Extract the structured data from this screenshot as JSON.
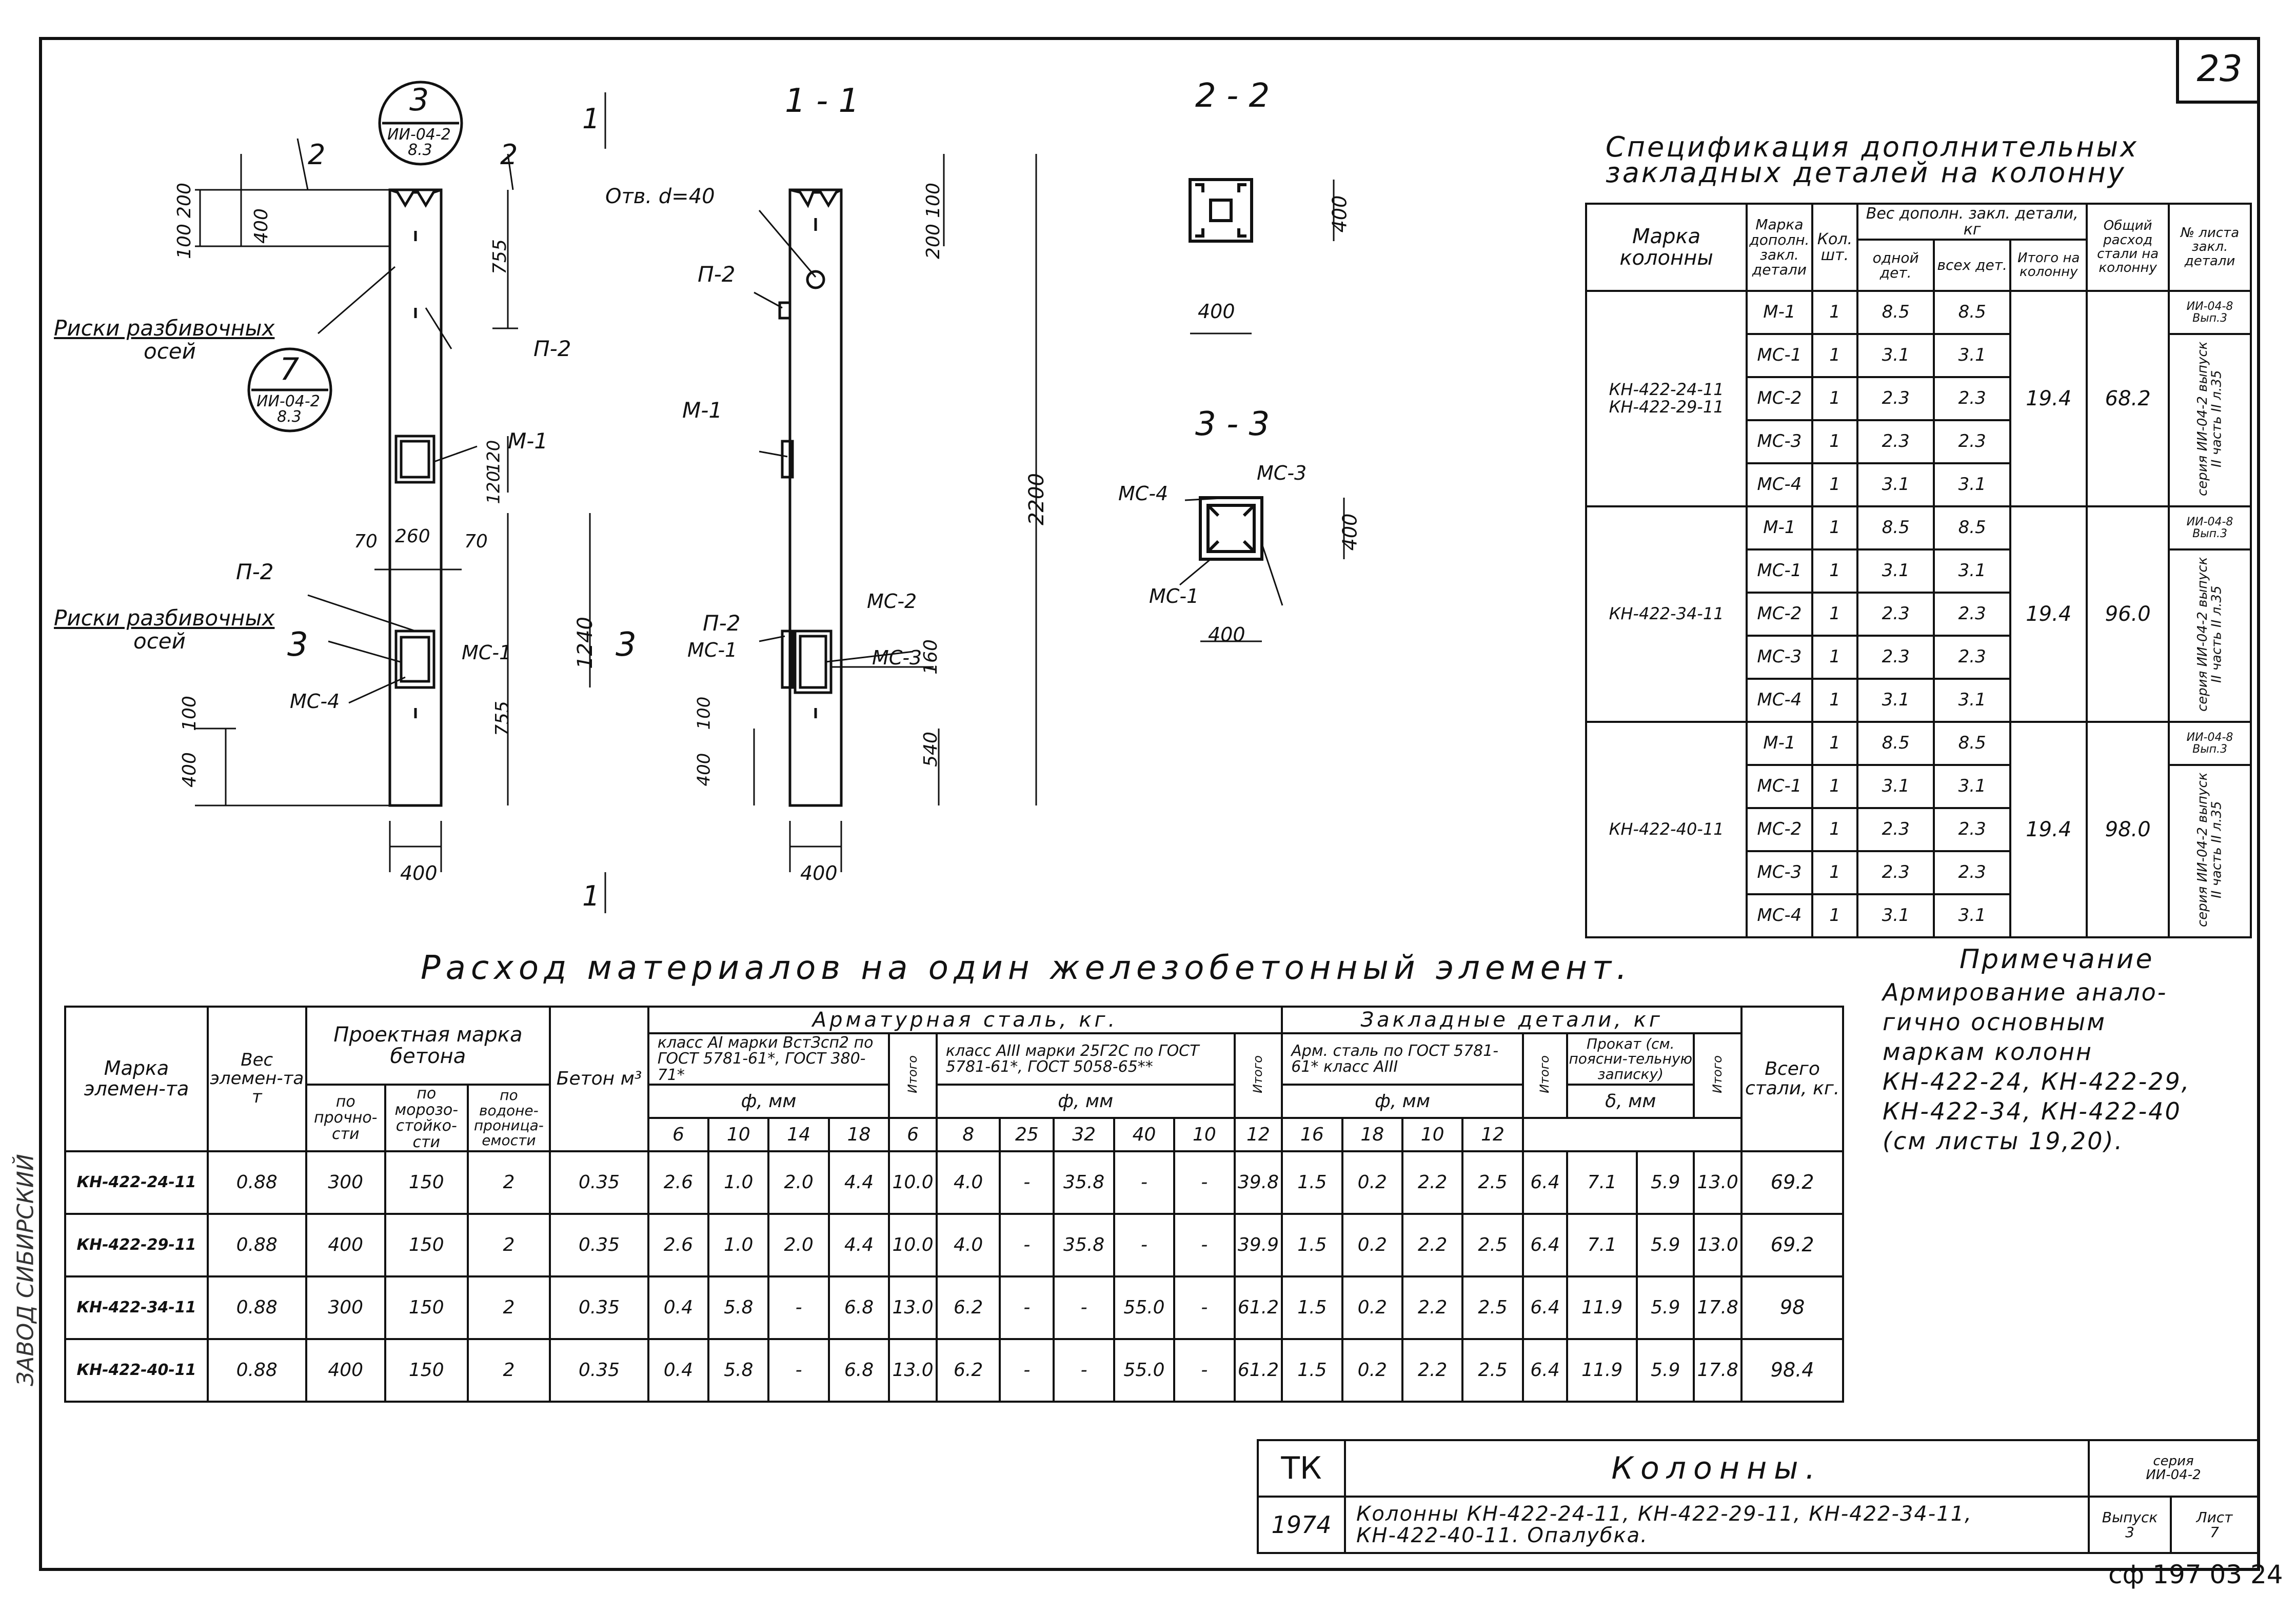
{
  "sheet_number": "23",
  "drawing": {
    "callout_3": {
      "num": "3",
      "ref1": "ИИ-04-2",
      "ref2": "8.3"
    },
    "callout_7": {
      "num": "7",
      "ref1": "ИИ-04-2",
      "ref2": "8.3"
    },
    "section_1_1": "1 - 1",
    "section_2_2": "2 - 2",
    "section_3_3": "3 - 3",
    "cut_marks": {
      "one": "1",
      "two": "2",
      "three": "3"
    },
    "labels": {
      "riski1": "Риски разбивочных",
      "osey1": "осей",
      "riski2": "Риски разбивочных",
      "osey2": "осей",
      "otv": "Отв. d=40",
      "p2": "П-2",
      "m1": "М-1",
      "mc1": "МС-1",
      "mc2": "МС-2",
      "mc3": "МС-3",
      "mc4": "МС-4"
    },
    "dims": {
      "d100": "100",
      "d200": "200",
      "d400": "400",
      "d755": "755",
      "d120": "120",
      "d70": "70",
      "d260": "260",
      "d1240": "1240",
      "d2200": "2200",
      "d160": "160",
      "d540": "540"
    }
  },
  "spec": {
    "title_line1": "Спецификация дополнительных",
    "title_line2": "закладных деталей на колонну",
    "headers": {
      "marka_kol": "Марка колонны",
      "marka_det": "Марка дополн. закл. детали",
      "kol": "Кол. шт.",
      "ves": "Вес дополн. закл. детали, кг",
      "odnoy": "одной дет.",
      "vseh": "всех дет.",
      "itogo": "Итого на колонну",
      "obsh": "Общий расход стали на колонну",
      "list": "№ листа закл. детали"
    },
    "groups": [
      {
        "marka": "КН-422-24-11 КН-422-29-11",
        "itogo": "19.4",
        "obsh": "68.2",
        "ref_top": "ИИ-04-8 Вып.3",
        "ref_side": "серия ИИ-04-2 выпуск II часть II л.35",
        "rows": [
          [
            "М-1",
            "1",
            "8.5",
            "8.5"
          ],
          [
            "МС-1",
            "1",
            "3.1",
            "3.1"
          ],
          [
            "МС-2",
            "1",
            "2.3",
            "2.3"
          ],
          [
            "МС-3",
            "1",
            "2.3",
            "2.3"
          ],
          [
            "МС-4",
            "1",
            "3.1",
            "3.1"
          ]
        ]
      },
      {
        "marka": "КН-422-34-11",
        "itogo": "19.4",
        "obsh": "96.0",
        "ref_top": "ИИ-04-8 Вып.3",
        "ref_side": "серия ИИ-04-2 выпуск II часть II л.35",
        "rows": [
          [
            "М-1",
            "1",
            "8.5",
            "8.5"
          ],
          [
            "МС-1",
            "1",
            "3.1",
            "3.1"
          ],
          [
            "МС-2",
            "1",
            "2.3",
            "2.3"
          ],
          [
            "МС-3",
            "1",
            "2.3",
            "2.3"
          ],
          [
            "МС-4",
            "1",
            "3.1",
            "3.1"
          ]
        ]
      },
      {
        "marka": "КН-422-40-11",
        "itogo": "19.4",
        "obsh": "98.0",
        "ref_top": "ИИ-04-8 Вып.3",
        "ref_side": "серия ИИ-04-2 выпуск II часть II л.35",
        "rows": [
          [
            "М-1",
            "1",
            "8.5",
            "8.5"
          ],
          [
            "МС-1",
            "1",
            "3.1",
            "3.1"
          ],
          [
            "МС-2",
            "1",
            "2.3",
            "2.3"
          ],
          [
            "МС-3",
            "1",
            "2.3",
            "2.3"
          ],
          [
            "МС-4",
            "1",
            "3.1",
            "3.1"
          ]
        ]
      }
    ]
  },
  "note": {
    "title": "Примечание",
    "lines": [
      "Армирование анало-",
      "гично основным",
      "маркам колонн",
      "КН-422-24, КН-422-29,",
      "КН-422-34, КН-422-40",
      "(см листы 19,20)."
    ]
  },
  "materials": {
    "title": "Расход материалов на один железобетонный элемент.",
    "headers": {
      "marka": "Марка элемен-та",
      "ves": "Вес элемен-та т",
      "proekt": "Проектная марка бетона",
      "po_proch": "по прочно-сти",
      "po_moroz": "по морозо-стойко-сти",
      "po_vodo": "по водоне-проница-емости",
      "beton": "Бетон м³",
      "armatur": "Арматурная сталь, кг.",
      "klass_a1": "класс АI марки ВстЗсп2 по ГОСТ 5781-61*, ГОСТ 380-71*",
      "klass_a3": "класс АIII марки 25Г2С по ГОСТ 5781-61*, ГОСТ 5058-65**",
      "zaklad": "Закладные детали, кг",
      "arm_stal": "Арм. сталь по ГОСТ 5781-61* класс АIII",
      "prokat": "Прокат (см. поясни-тельную записку)",
      "vsego": "Всего стали, кг.",
      "fi_mm": "ф, мм",
      "delta_mm": "δ, мм",
      "itogo": "Итого",
      "d_a1": [
        "6",
        "10",
        "14",
        "18"
      ],
      "d_a3": [
        "6",
        "8",
        "25",
        "32",
        "40"
      ],
      "d_zak": [
        "10",
        "12",
        "16",
        "18"
      ],
      "d_prok": [
        "10",
        "12"
      ]
    },
    "rows": [
      [
        "КН-422-24-11",
        "0.88",
        "300",
        "150",
        "2",
        "0.35",
        "2.6",
        "1.0",
        "2.0",
        "4.4",
        "10.0",
        "4.0",
        "-",
        "35.8",
        "-",
        "-",
        "39.8",
        "1.5",
        "0.2",
        "2.2",
        "2.5",
        "6.4",
        "7.1",
        "5.9",
        "13.0",
        "69.2"
      ],
      [
        "КН-422-29-11",
        "0.88",
        "400",
        "150",
        "2",
        "0.35",
        "2.6",
        "1.0",
        "2.0",
        "4.4",
        "10.0",
        "4.0",
        "-",
        "35.8",
        "-",
        "-",
        "39.9",
        "1.5",
        "0.2",
        "2.2",
        "2.5",
        "6.4",
        "7.1",
        "5.9",
        "13.0",
        "69.2"
      ],
      [
        "КН-422-34-11",
        "0.88",
        "300",
        "150",
        "2",
        "0.35",
        "0.4",
        "5.8",
        "-",
        "6.8",
        "13.0",
        "6.2",
        "-",
        "-",
        "55.0",
        "-",
        "61.2",
        "1.5",
        "0.2",
        "2.2",
        "2.5",
        "6.4",
        "11.9",
        "5.9",
        "17.8",
        "98"
      ],
      [
        "КН-422-40-11",
        "0.88",
        "400",
        "150",
        "2",
        "0.35",
        "0.4",
        "5.8",
        "-",
        "6.8",
        "13.0",
        "6.2",
        "-",
        "-",
        "55.0",
        "-",
        "61.2",
        "1.5",
        "0.2",
        "2.2",
        "2.5",
        "6.4",
        "11.9",
        "5.9",
        "17.8",
        "98.4"
      ]
    ]
  },
  "titleblock": {
    "code": "ТК",
    "name": "Колонны.",
    "year": "1974",
    "desc1": "Колонны КН-422-24-11, КН-422-29-11, КН-422-34-11,",
    "desc2": "КН-422-40-11. Опалубка.",
    "seria_label": "серия",
    "seria_val": "ИИ-04-2",
    "vyp_label": "Выпуск",
    "vyp_val": "3",
    "list_label": "Лист",
    "list_val": "7"
  },
  "footer_code": "сф 197 03 24",
  "side_stamp": "ЗАВОД СИБИРСКИЙ"
}
